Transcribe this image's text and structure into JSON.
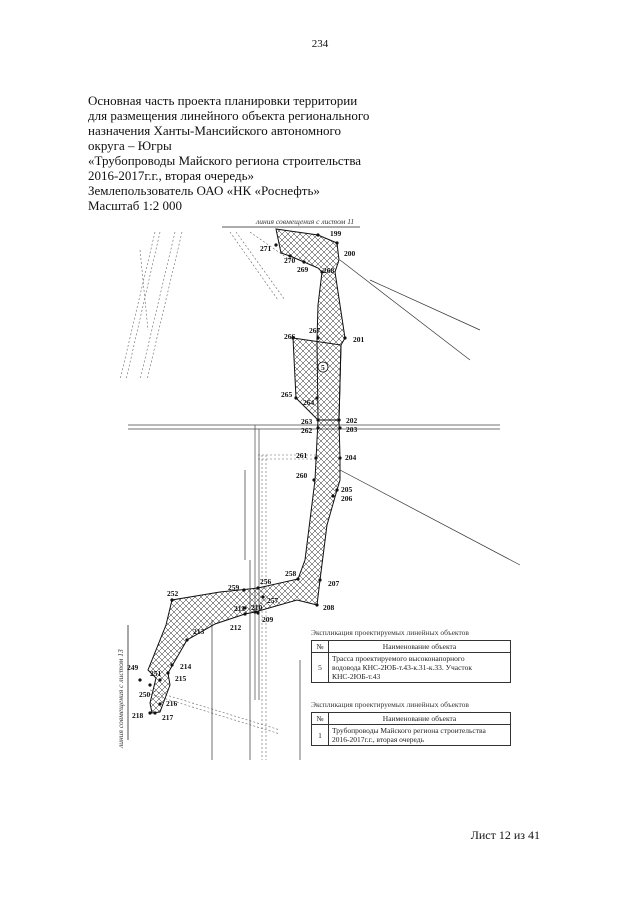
{
  "page_number": "234",
  "title_lines": [
    "Основная часть проекта планировки территории",
    "для размещения линейного объекта регионального",
    "назначения Ханты-Мансийского автономного",
    "округа – Югры",
    "«Трубопроводы Майского региона строительства",
    "2016-2017г.г., вторая очередь»",
    "Землепользователь ОАО «НК «Роснефть»",
    "Масштаб 1:2 000"
  ],
  "map": {
    "top_line_label": "линия совмещения с листом 11",
    "left_line_label": "линия совмещения с листом 13",
    "zone_marker": "5",
    "points": [
      "199",
      "200",
      "201",
      "202",
      "203",
      "204",
      "205",
      "206",
      "207",
      "208",
      "209",
      "210",
      "211",
      "212",
      "213",
      "214",
      "215",
      "216",
      "217",
      "218",
      "249",
      "250",
      "251",
      "252",
      "256",
      "257",
      "258",
      "259",
      "260",
      "261",
      "262",
      "263",
      "264",
      "265",
      "266",
      "267",
      "268",
      "269",
      "270",
      "271"
    ]
  },
  "table1": {
    "caption": "Экспликация проектируемых линейных объектов",
    "header": {
      "num": "№",
      "name": "Наименование объекта"
    },
    "rows": [
      {
        "num": "5",
        "name_lines": [
          "Трасса проектируемого высоконапорного",
          "водовода КНС-2ЮБ-т.43-к.31-к.33. Участок",
          "КНС-2ЮБ-т.43"
        ]
      }
    ]
  },
  "table2": {
    "caption": "Экспликация проектируемых линейных объектов",
    "header": {
      "num": "№",
      "name": "Наименование объекта"
    },
    "rows": [
      {
        "num": "1",
        "name_lines": [
          "Трубопроводы Майского региона строительства",
          "2016-2017г.г., вторая очередь"
        ]
      }
    ]
  },
  "sheet_label": "Лист 12 из 41"
}
